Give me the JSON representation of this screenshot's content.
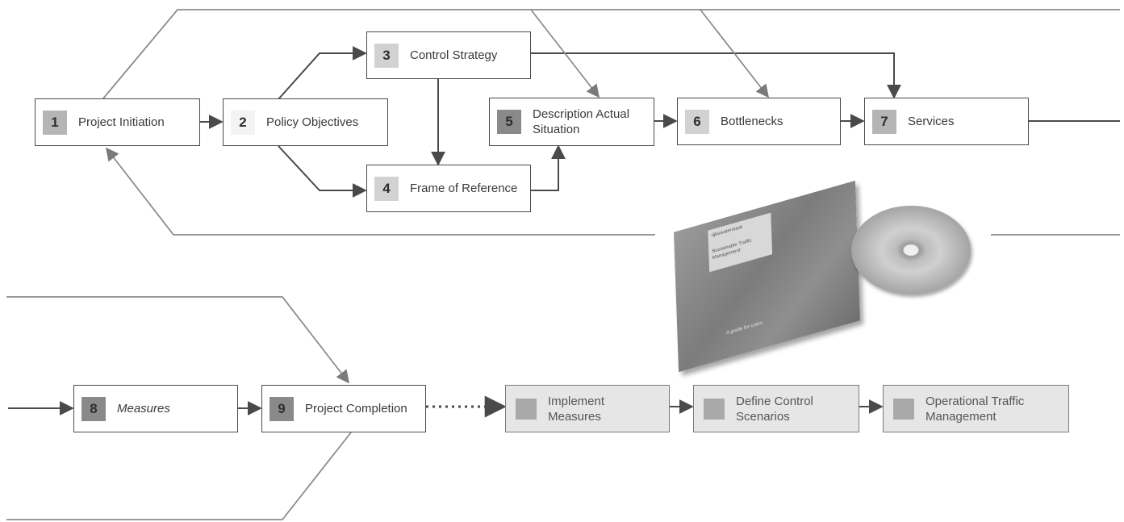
{
  "steps": [
    {
      "num": "1",
      "label": "Project Initiation"
    },
    {
      "num": "2",
      "label": "Policy Objectives"
    },
    {
      "num": "3",
      "label": "Control Strategy"
    },
    {
      "num": "4",
      "label": "Frame of Reference"
    },
    {
      "num": "5",
      "label": "Description Actual\nSituation"
    },
    {
      "num": "6",
      "label": "Bottlenecks"
    },
    {
      "num": "7",
      "label": "Services"
    },
    {
      "num": "8",
      "label": "Measures"
    },
    {
      "num": "9",
      "label": "Project Completion"
    }
  ],
  "followups": [
    {
      "label": "Implement\nMeasures"
    },
    {
      "label": "Define Control\nScenarios"
    },
    {
      "label": "Operational Traffic\nManagement"
    }
  ],
  "guide": {
    "publisher": "rijkswaterstaat",
    "title": "Sustainable Traffic\nManagement",
    "subtitle": "A guide for users"
  },
  "colors": {
    "line": "#4a4a4a",
    "faint_line": "#8c8c8c",
    "future_fill": "#e6e6e6"
  }
}
